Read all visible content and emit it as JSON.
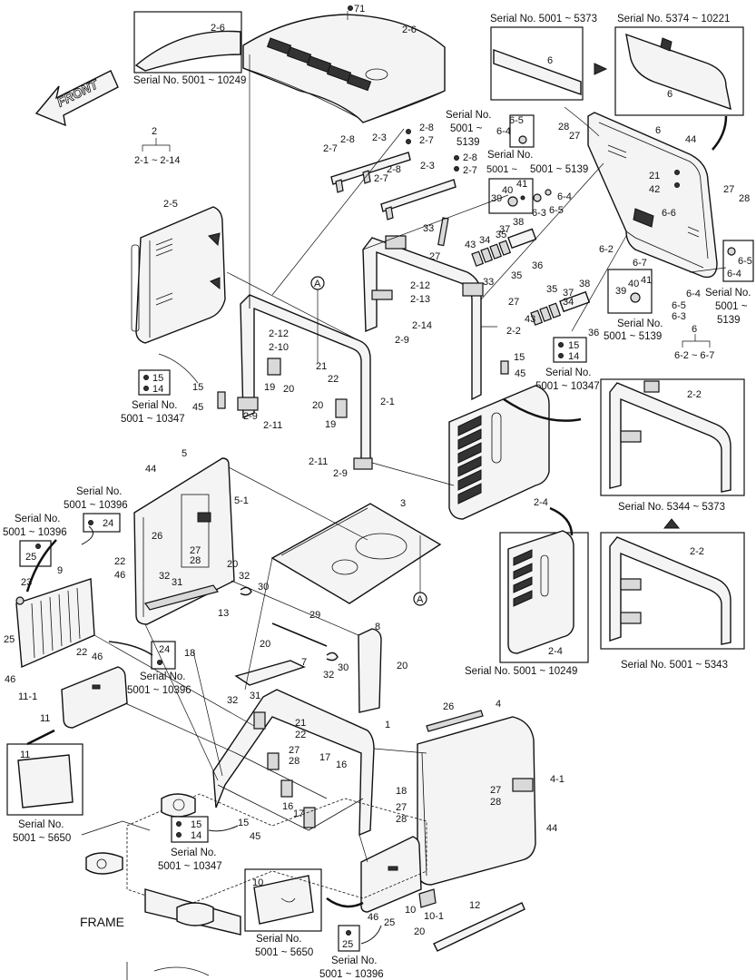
{
  "front_label": "FRONT",
  "frame_label": "FRAME",
  "section_marker": "A",
  "group": {
    "number": "2",
    "range": "2-1 ~ 2-14"
  },
  "group6": {
    "number": "6",
    "range": "6-2 ~ 6-7"
  },
  "serials": {
    "s_5001_10249": "Serial No. 5001 ~ 10249",
    "s_5001_5373": "Serial No. 5001 ~ 5373",
    "s_5374_10221": "Serial No. 5374 ~ 10221",
    "s_5344_5373": "Serial No. 5344 ~ 5373",
    "s_5001_5343": "Serial No. 5001 ~ 5343",
    "s_5001_10249_b": "Serial No. 5001 ~ 10249",
    "line_serial": "Serial No.",
    "v_5001_10347": "5001 ~ 10347",
    "v_5001_10396": "5001 ~ 10396",
    "v_5001_5139": "5001 ~ 5139",
    "v_5001": "5001 ~",
    "v_5139": "5139",
    "v_5001_5650": "5001 ~ 5650"
  },
  "callouts": {
    "c71": "71",
    "c2_6": "2-6",
    "c2": "2",
    "c2_3": "2-3",
    "c2_7": "2-7",
    "c2_8": "2-8",
    "c2_5": "2-5",
    "c2_12": "2-12",
    "c2_10": "2-10",
    "c2_13": "2-13",
    "c2_14": "2-14",
    "c2_9": "2-9",
    "c2_11": "2-11",
    "c2_1": "2-1",
    "c2_2": "2-2",
    "c2_4": "2-4",
    "c6": "6",
    "c6_2": "6-2",
    "c6_3": "6-3",
    "c6_4": "6-4",
    "c6_5": "6-5",
    "c6_6": "6-6",
    "c6_7": "6-7",
    "c3": "3",
    "c4": "4",
    "c4_1": "4-1",
    "c5": "5",
    "c5_1": "5-1",
    "c7": "7",
    "c8": "8",
    "c9": "9",
    "c10": "10",
    "c10_1": "10-1",
    "c11": "11",
    "c11_1": "11-1",
    "c12": "12",
    "c13": "13",
    "c14": "14",
    "c15": "15",
    "c16": "16",
    "c17": "17",
    "c18": "18",
    "c19": "19",
    "c20": "20",
    "c21": "21",
    "c22": "22",
    "c23": "23",
    "c24": "24",
    "c25": "25",
    "c26": "26",
    "c27": "27",
    "c28": "28",
    "c29": "29",
    "c30": "30",
    "c31": "31",
    "c32": "32",
    "c33": "33",
    "c34": "34",
    "c35": "35",
    "c36": "36",
    "c37": "37",
    "c38": "38",
    "c39": "39",
    "c40": "40",
    "c41": "41",
    "c42": "42",
    "c43": "43",
    "c44": "44",
    "c45": "45",
    "c46": "46",
    "c1": "1"
  }
}
